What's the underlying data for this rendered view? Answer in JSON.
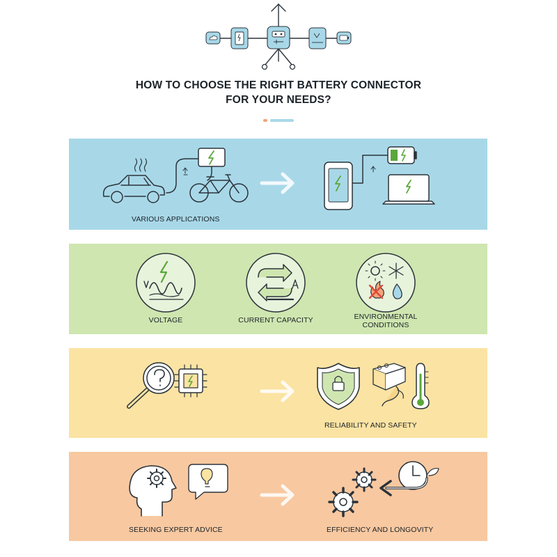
{
  "title": {
    "line1": "HOW TO CHOOSE THE RIGHT BATTERY CONNECTOR",
    "line2": "FOR YOUR NEEDS?"
  },
  "colors": {
    "band1": "#a8d8e8",
    "band2": "#cfe6b0",
    "band3": "#fbe3a3",
    "band4": "#f8c8a0",
    "stroke": "#2b333a",
    "bolt": "#5aa83a",
    "accent_orange": "#f2a47a",
    "accent_blue": "#a8d8e8"
  },
  "bands": [
    {
      "id": "applications",
      "label": "VARIOUS APPLICATIONS",
      "icons": [
        "car-icon",
        "battery-charger-icon",
        "bicycle-icon",
        "arrow-right-icon",
        "smartphone-icon",
        "battery-icon",
        "laptop-icon"
      ]
    },
    {
      "id": "factors",
      "items": [
        {
          "label": "VOLTAGE",
          "icon": "voltage-icon"
        },
        {
          "label": "CURRENT CAPACITY",
          "icon": "current-capacity-icon"
        },
        {
          "label": "ENVIRONMENTAL CONDITIONS",
          "icon": "environment-icon"
        }
      ]
    },
    {
      "id": "reliability",
      "label": "RELIABILITY AND SAFETY",
      "icons": [
        "magnifier-icon",
        "chip-icon",
        "arrow-right-icon",
        "shield-lock-icon",
        "corroded-connector-icon",
        "thermometer-icon"
      ]
    },
    {
      "id": "advice",
      "labels": [
        "SEEKING EXPERT ADVICE",
        "EFFICIENCY AND LONGOVITY"
      ],
      "icons": [
        "head-gear-icon",
        "lightbulb-bubble-icon",
        "arrow-right-icon",
        "gears-icon",
        "clock-leaf-icon"
      ]
    }
  ]
}
